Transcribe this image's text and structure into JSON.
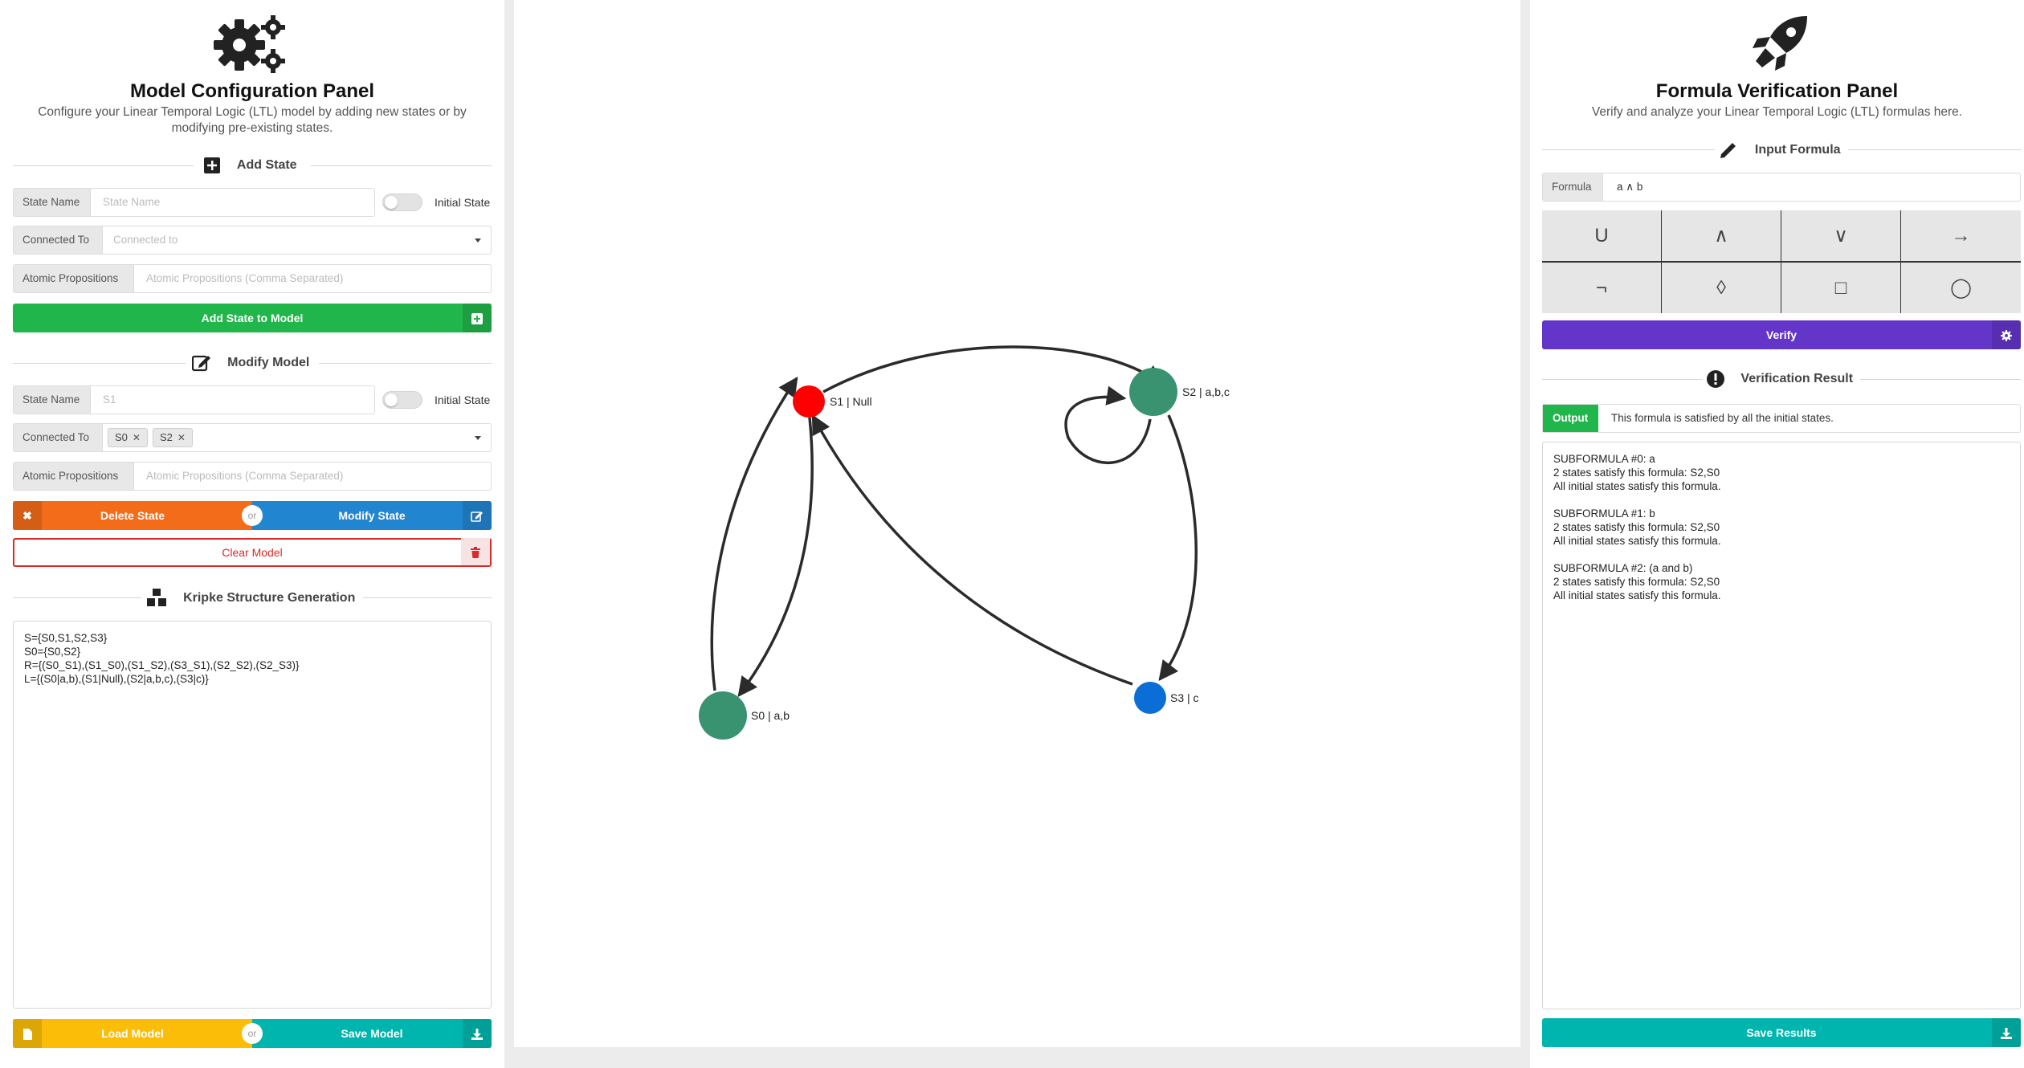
{
  "left": {
    "title": "Model Configuration Panel",
    "subtitle": "Configure your Linear Temporal Logic (LTL) model by adding new states or by modifying pre-existing states.",
    "add_state": {
      "section": "Add State",
      "state_name_label": "State Name",
      "state_name_placeholder": "State Name",
      "initial_state_label": "Initial State",
      "connected_label": "Connected To",
      "connected_placeholder": "Connected to",
      "atomic_label": "Atomic Propositions",
      "atomic_placeholder": "Atomic Propositions (Comma Separated)",
      "add_button": "Add State to Model"
    },
    "modify": {
      "section": "Modify Model",
      "state_name_label": "State Name",
      "state_name_value": "S1",
      "initial_state_label": "Initial State",
      "connected_label": "Connected To",
      "chips": [
        "S0",
        "S2"
      ],
      "atomic_label": "Atomic Propositions",
      "atomic_placeholder": "Atomic Propositions (Comma Separated)",
      "delete_button": "Delete State",
      "or": "or",
      "modify_button": "Modify State",
      "clear_button": "Clear Model"
    },
    "kripke": {
      "section": "Kripke Structure Generation",
      "text": "S={S0,S1,S2,S3}\nS0={S0,S2}\nR={(S0_S1),(S1_S0),(S1_S2),(S3_S1),(S2_S2),(S2_S3)}\nL={(S0|a,b),(S1|Null),(S2|a,b,c),(S3|c)}",
      "load_button": "Load Model",
      "or": "or",
      "save_button": "Save Model"
    }
  },
  "graph": {
    "nodes": [
      {
        "id": "S1",
        "label": "S1 | Null",
        "color": "#ff0000"
      },
      {
        "id": "S2",
        "label": "S2 | a,b,c",
        "color": "#3a9370"
      },
      {
        "id": "S0",
        "label": "S0 | a,b",
        "color": "#3a9370"
      },
      {
        "id": "S3",
        "label": "S3 | c",
        "color": "#0a6ed6"
      }
    ]
  },
  "right": {
    "title": "Formula Verification Panel",
    "subtitle": "Verify and analyze your Linear Temporal Logic (LTL) formulas here.",
    "input_section": "Input Formula",
    "formula_label": "Formula",
    "formula_value": "a ∧ b",
    "operators": [
      "U",
      "∧",
      "∨",
      "→",
      "¬",
      "◊",
      "□",
      "◯"
    ],
    "verify_button": "Verify",
    "result_section": "Verification Result",
    "output_label": "Output",
    "output_text": "This formula is satisfied by all the initial states.",
    "results_text": "SUBFORMULA #0: a\n2 states satisfy this formula: S2,S0\nAll initial states satisfy this formula.\n\nSUBFORMULA #1: b\n2 states satisfy this formula: S2,S0\nAll initial states satisfy this formula.\n\nSUBFORMULA #2: (a and b)\n2 states satisfy this formula: S2,S0\nAll initial states satisfy this formula.",
    "save_button": "Save Results"
  },
  "colors": {
    "green": "#21b64b",
    "orange": "#f26c1a",
    "blue": "#2185d0",
    "red": "#db2828",
    "yellow": "#fbbd08",
    "teal": "#00b5ad",
    "purple": "#6435c9"
  }
}
